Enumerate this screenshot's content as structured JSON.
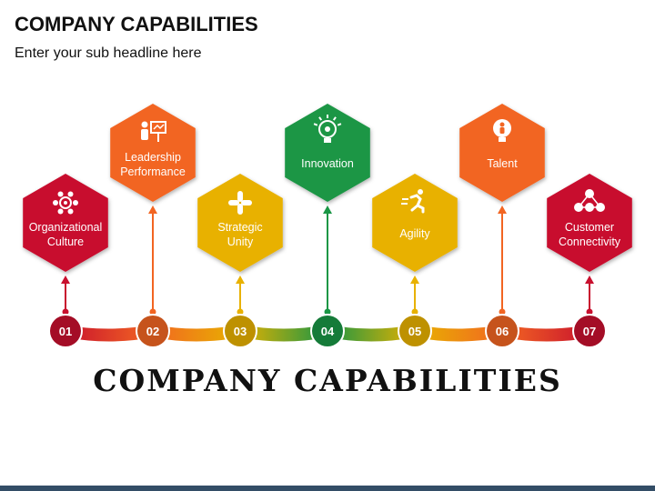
{
  "header": {
    "title": "COMPANY CAPABILITIES",
    "subtitle": "Enter your sub headline here"
  },
  "banner_title": "COMPANY CAPABILITIES",
  "steps": [
    {
      "number": "01",
      "label": [
        "Organizational",
        "Culture"
      ],
      "color": "#c8102e",
      "icon": "people-network-icon",
      "position": "low"
    },
    {
      "number": "02",
      "label": [
        "Leadership",
        "Performance"
      ],
      "color": "#f26522",
      "icon": "presenter-board-icon",
      "position": "high"
    },
    {
      "number": "03",
      "label": [
        "Strategic",
        "Unity"
      ],
      "color": "#e8b100",
      "icon": "hands-together-icon",
      "position": "low"
    },
    {
      "number": "04",
      "label": [
        "Innovation"
      ],
      "color": "#1a9645",
      "icon": "lightbulb-gear-icon",
      "position": "high"
    },
    {
      "number": "05",
      "label": [
        "Agility"
      ],
      "color": "#e8b100",
      "icon": "running-person-icon",
      "position": "low"
    },
    {
      "number": "06",
      "label": [
        "Talent"
      ],
      "color": "#f26522",
      "icon": "lightbulb-person-icon",
      "position": "high"
    },
    {
      "number": "07",
      "label": [
        "Customer",
        "Connectivity"
      ],
      "color": "#c8102e",
      "icon": "customer-network-icon",
      "position": "low"
    }
  ],
  "colors": {
    "red": "#c8102e",
    "orange": "#f26522",
    "yellow": "#e8b100",
    "green": "#1a9645",
    "footer": "#334d66"
  }
}
